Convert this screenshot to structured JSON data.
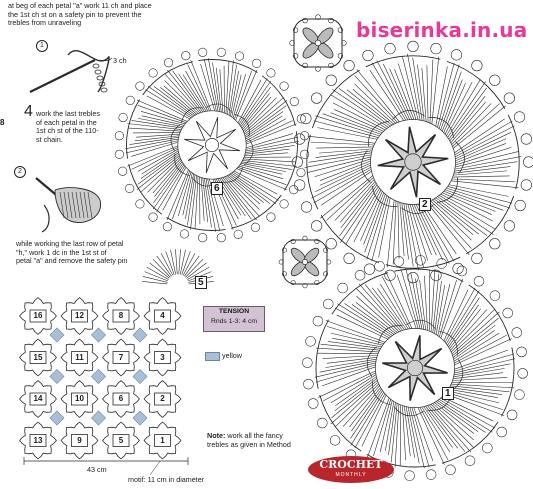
{
  "watermark": "biserinka.in.ua",
  "side_mark": "8",
  "instructions": {
    "top": "at beg of each petal \"a\" work 11 ch and place\nthe 1st ch st on a safety pin to prevent the\ntrebles from unraveling",
    "ch_label": "3 ch",
    "step4_number": "4",
    "step4": "work the last trebles\nof each petal in the\n1st ch st of the 110-\nst chain.",
    "bottom": "while working the last row of petal\n\"h,\" work 1 dc in the 1st st of\npetal \"a\" and remove the safety pin"
  },
  "step_markers": [
    "1",
    "2"
  ],
  "motif_numbers": [
    "6",
    "5",
    "2",
    "1"
  ],
  "tension": {
    "title": "TENSION",
    "value": "Rnds 1-3: 4 cm"
  },
  "legend": {
    "yellow": "yellow"
  },
  "layout": {
    "rows": [
      [
        "16",
        "12",
        "8",
        "4"
      ],
      [
        "15",
        "11",
        "7",
        "3"
      ],
      [
        "14",
        "10",
        "6",
        "2"
      ],
      [
        "13",
        "9",
        "5",
        "1"
      ]
    ],
    "width_label": "43 cm",
    "motif_label": "motif: 11 cm in diameter"
  },
  "note": {
    "label": "Note:",
    "text": " work all the fancy\ntrebles as given in Method"
  },
  "logo": {
    "line1": "CROCHET",
    "line2": "MONTHLY"
  },
  "colors": {
    "watermark": "#e8399b",
    "yellow_swatch": "#a8bfd6",
    "logo": "#b8252b",
    "tension_box": "#d3c2d3"
  }
}
